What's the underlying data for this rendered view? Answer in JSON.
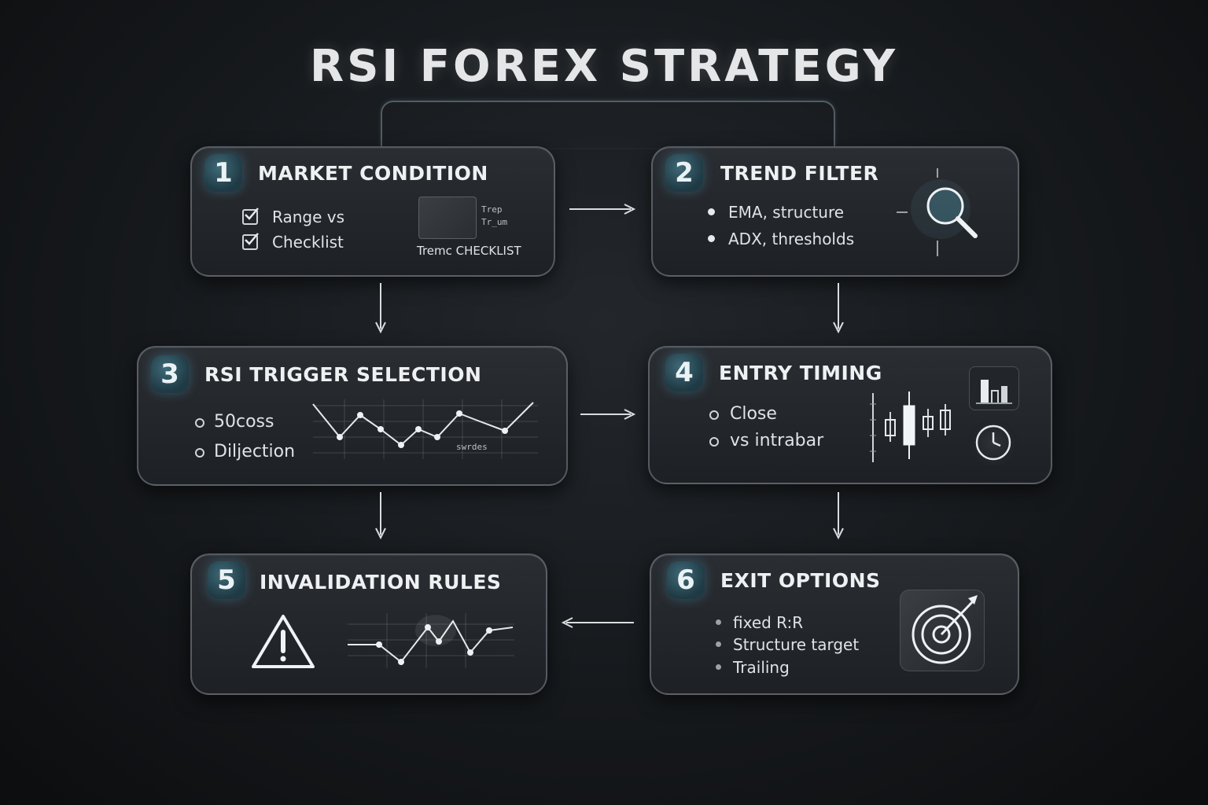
{
  "title": "RSI FOREX STRATEGY",
  "cards": [
    {
      "number": "1",
      "title": "MARKET CONDITION",
      "items": [
        "Range vs",
        "Checklist"
      ],
      "thumb_labels": [
        "Trep",
        "Tr_um"
      ],
      "caption": "Tremc CHECKLIST"
    },
    {
      "number": "2",
      "title": "TREND FILTER",
      "items": [
        "EMA,  structure",
        "ADX, thresholds"
      ]
    },
    {
      "number": "3",
      "title": "RSI TRIGGER SELECTION",
      "items": [
        "50coss",
        "Diljection"
      ],
      "chart_label": "swrdes"
    },
    {
      "number": "4",
      "title": "ENTRY TIMING",
      "items": [
        "Close",
        "vs intrabar"
      ]
    },
    {
      "number": "5",
      "title": "INVALIDATION  RULES"
    },
    {
      "number": "6",
      "title": "EXIT OPTIONS",
      "items": [
        "fixed R:R",
        "Structure target",
        "Trailing"
      ]
    }
  ],
  "colors": {
    "accent": "#3f6a78",
    "background": "#16191c",
    "card": "#24282c"
  }
}
